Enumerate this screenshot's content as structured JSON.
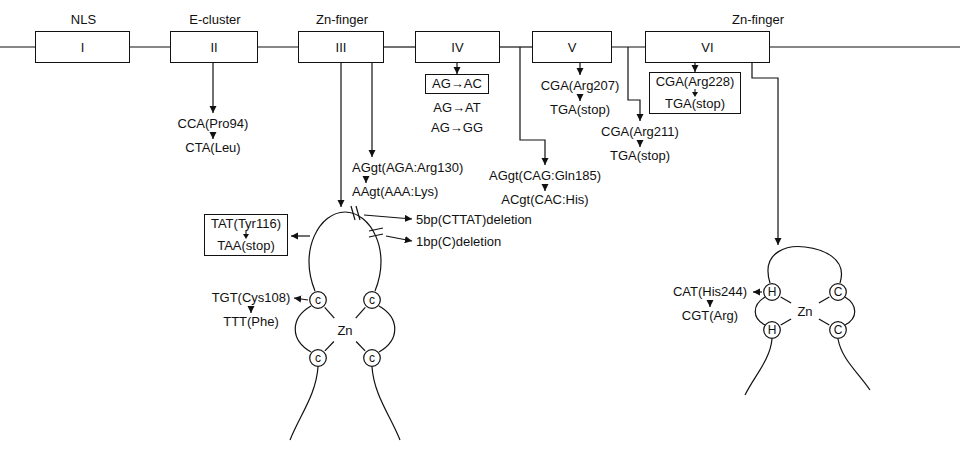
{
  "diagram": {
    "nodes": [
      {
        "text": [
          "NLS",
          "I"
        ]
      },
      {
        "text": [
          "E-cluster",
          "II"
        ]
      },
      {
        "text": [
          "Zn-finger",
          "III"
        ]
      },
      {
        "text": [
          "IV"
        ]
      },
      {
        "text": [
          "V"
        ]
      },
      {
        "text": [
          "Zn-finger",
          "VI"
        ]
      },
      {
        "text": [
          "AG→AC"
        ]
      },
      {
        "text": [
          "CGA(Arg228)",
          "TGA(stop)"
        ]
      },
      {
        "text": [
          "TAT(Tyr116)",
          "TAA(stop)"
        ]
      },
      {
        "text": [
          "c"
        ]
      },
      {
        "text": [
          "c"
        ]
      },
      {
        "text": [
          "c"
        ]
      },
      {
        "text": [
          "c"
        ]
      },
      {
        "text": [
          "H"
        ]
      },
      {
        "text": [
          "C"
        ]
      },
      {
        "text": [
          "H"
        ]
      },
      {
        "text": [
          "C"
        ]
      }
    ],
    "edges": [
      {
        "from": 0,
        "to": 1,
        "arrow": "none"
      },
      {
        "from": 1,
        "to": 2,
        "arrow": "none"
      },
      {
        "from": 2,
        "to": 3,
        "arrow": "none"
      },
      {
        "from": 3,
        "to": 4,
        "arrow": "none"
      },
      {
        "from": 4,
        "to": 5,
        "arrow": "none"
      },
      {
        "from": 3,
        "to": 6,
        "arrow": "to"
      },
      {
        "from": 5,
        "to": 7,
        "arrow": "to"
      }
    ],
    "labels": [
      "CCA(Pro94)",
      "CTA(Leu)",
      "AG→AT",
      "AG→GG",
      "AGgt(AGA:Arg130)",
      "AAgt(AAA:Lys)",
      "CGA(Arg207)",
      "TGA(stop)",
      "AGgt(CAG:Gln185)",
      "ACgt(CAC:His)",
      "CGA(Arg211)",
      "TGA(stop)",
      "5bp(CTTAT)deletion",
      "1bp(C)deletion",
      "TGT(Cys108)",
      "TTT(Phe)",
      "Zn",
      "CAT(His244)",
      "CGT(Arg)",
      "Zn"
    ]
  }
}
